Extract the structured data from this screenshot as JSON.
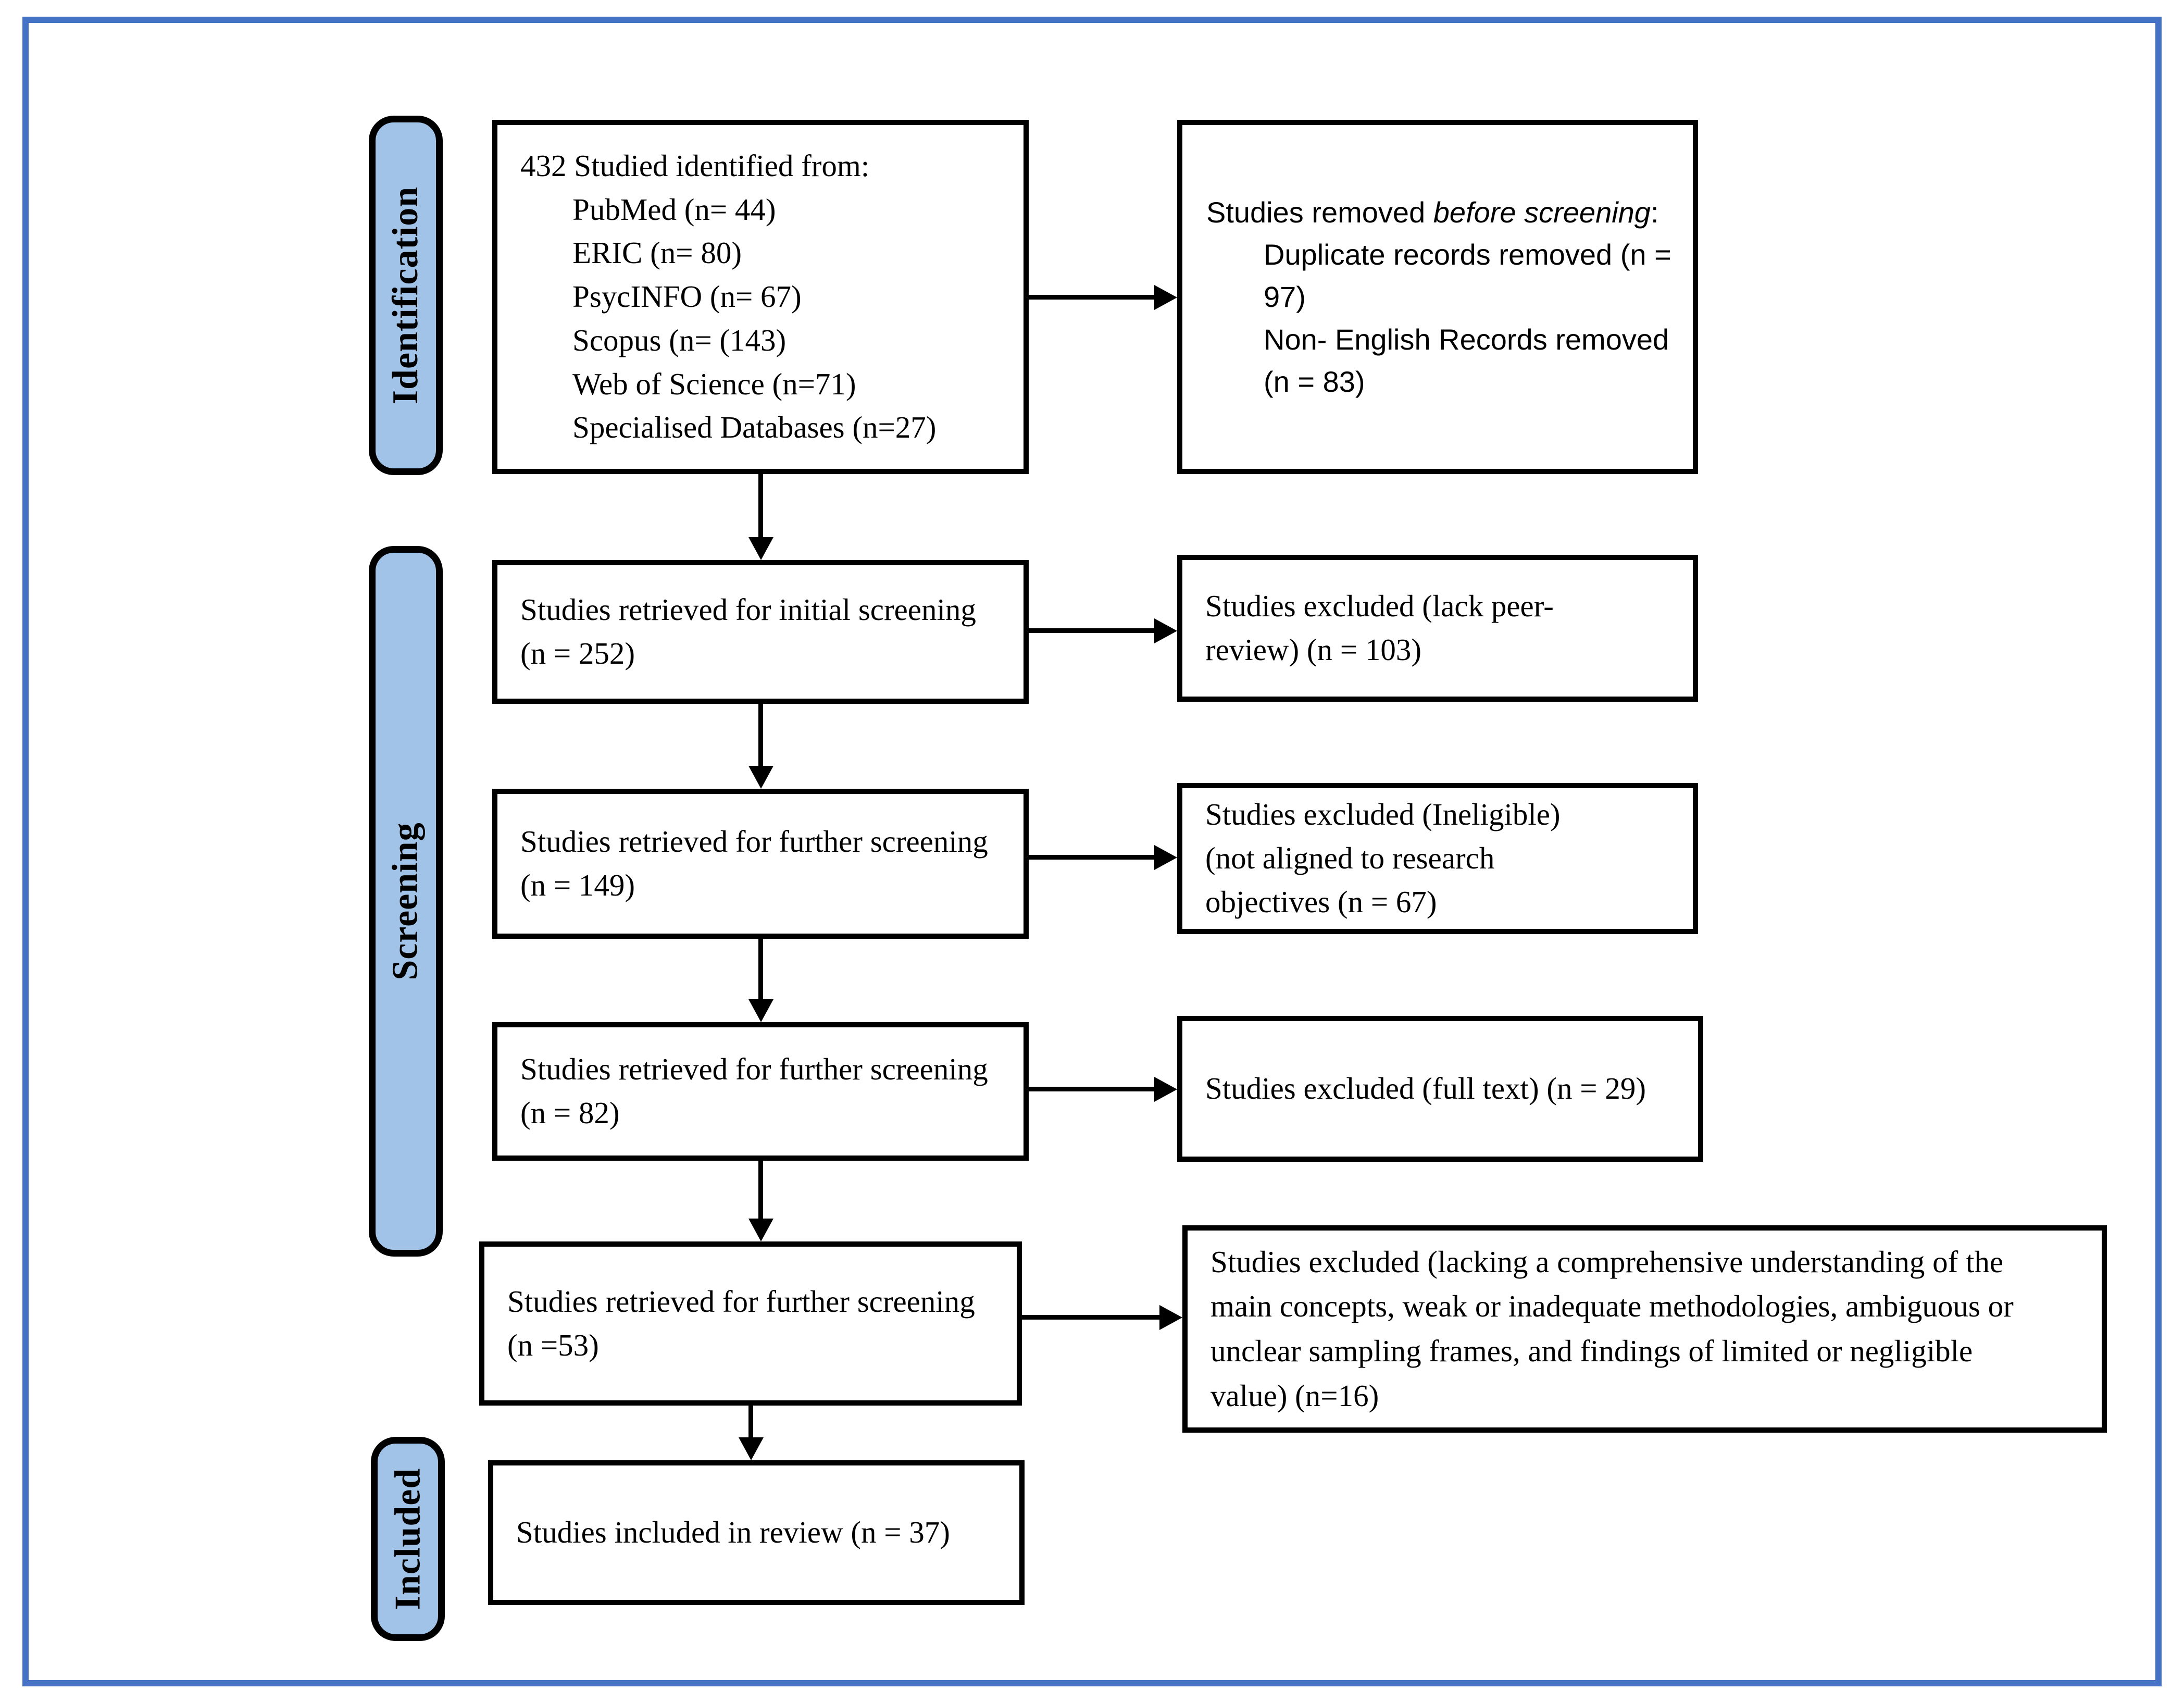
{
  "figure": {
    "type": "prisma-study-selection-flow-diagram"
  },
  "colors": {
    "frame": "#4472C4",
    "stage_fill": "#A0C3E7",
    "line": "#000000"
  },
  "stages": {
    "identification": "Identification",
    "screening": "Screening",
    "included": "Included"
  },
  "boxes": {
    "identified": {
      "title": "432 Studied identified from:",
      "sources": [
        "PubMed (n= 44)",
        "ERIC (n= 80)",
        "PsycINFO (n= 67)",
        "Scopus (n= (143)",
        "Web of Science (n=71)",
        "Specialised Databases (n=27)"
      ]
    },
    "removed_before_screening": {
      "lead_normal": "Studies removed ",
      "lead_italic": "before screening",
      "lead_suffix": ":",
      "items": [
        "Duplicate records removed (n = 97)",
        "Non- English Records removed (n = 83)"
      ]
    },
    "initial_screening": "Studies retrieved for initial screening (n = 252)",
    "excluded_peer_review": "Studies excluded (lack peer-review) (n = 103)",
    "further_screening_149": "Studies retrieved for further screening (n = 149)",
    "excluded_ineligible": "Studies excluded (Ineligible) (not aligned to research objectives (n = 67)",
    "further_screening_82": "Studies retrieved for further screening (n = 82)",
    "excluded_full_text": "Studies excluded (full text) (n = 29)",
    "further_screening_53": "Studies retrieved for further screening (n =53)",
    "excluded_quality": "Studies excluded (lacking a comprehensive understanding of the main concepts, weak or inadequate methodologies, ambiguous or unclear sampling frames, and findings of limited or negligible value) (n=16)",
    "included_review": "Studies included in review (n = 37)"
  }
}
